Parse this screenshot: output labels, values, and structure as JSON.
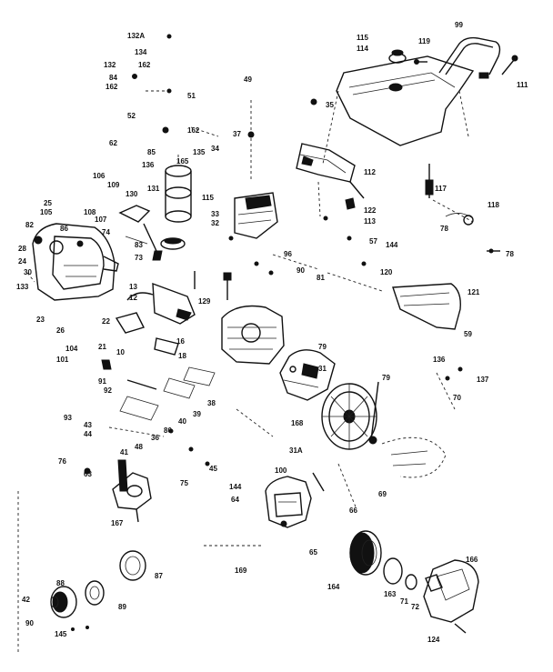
{
  "colors": {
    "ink": "#111111",
    "paper": "#ffffff"
  },
  "labels": [
    {
      "id": "l-132a",
      "text": "132A"
    },
    {
      "id": "l-134",
      "text": "134"
    },
    {
      "id": "l-132",
      "text": "132"
    },
    {
      "id": "l-162a",
      "text": "162"
    },
    {
      "id": "l-84",
      "text": "84"
    },
    {
      "id": "l-162b",
      "text": "162"
    },
    {
      "id": "l-51",
      "text": "51"
    },
    {
      "id": "l-52",
      "text": "52"
    },
    {
      "id": "l-162c",
      "text": "162"
    },
    {
      "id": "l-62",
      "text": "62"
    },
    {
      "id": "l-85",
      "text": "85"
    },
    {
      "id": "l-136",
      "text": "136"
    },
    {
      "id": "l-165",
      "text": "165"
    },
    {
      "id": "l-135",
      "text": "135"
    },
    {
      "id": "l-34",
      "text": "34"
    },
    {
      "id": "l-37",
      "text": "37"
    },
    {
      "id": "l-49",
      "text": "49"
    },
    {
      "id": "l-35",
      "text": "35"
    },
    {
      "id": "l-115",
      "text": "115"
    },
    {
      "id": "l-114",
      "text": "114"
    },
    {
      "id": "l-119",
      "text": "119"
    },
    {
      "id": "l-99",
      "text": "99"
    },
    {
      "id": "l-111",
      "text": "111"
    },
    {
      "id": "l-106",
      "text": "106"
    },
    {
      "id": "l-109",
      "text": "109"
    },
    {
      "id": "l-130",
      "text": "130"
    },
    {
      "id": "l-131",
      "text": "131"
    },
    {
      "id": "l-115b",
      "text": "115"
    },
    {
      "id": "l-25",
      "text": "25"
    },
    {
      "id": "l-105",
      "text": "105"
    },
    {
      "id": "l-108",
      "text": "108"
    },
    {
      "id": "l-107",
      "text": "107"
    },
    {
      "id": "l-86",
      "text": "86"
    },
    {
      "id": "l-74",
      "text": "74"
    },
    {
      "id": "l-82",
      "text": "82"
    },
    {
      "id": "l-28",
      "text": "28"
    },
    {
      "id": "l-24",
      "text": "24"
    },
    {
      "id": "l-30",
      "text": "30"
    },
    {
      "id": "l-133",
      "text": "133"
    },
    {
      "id": "l-23",
      "text": "23"
    },
    {
      "id": "l-26",
      "text": "26"
    },
    {
      "id": "l-83",
      "text": "83"
    },
    {
      "id": "l-73",
      "text": "73"
    },
    {
      "id": "l-33",
      "text": "33"
    },
    {
      "id": "l-32",
      "text": "32"
    },
    {
      "id": "l-112",
      "text": "112"
    },
    {
      "id": "l-122",
      "text": "122"
    },
    {
      "id": "l-113",
      "text": "113"
    },
    {
      "id": "l-117",
      "text": "117"
    },
    {
      "id": "l-118",
      "text": "118"
    },
    {
      "id": "l-78",
      "text": "78"
    },
    {
      "id": "l-78b",
      "text": "78"
    },
    {
      "id": "l-144",
      "text": "144"
    },
    {
      "id": "l-57",
      "text": "57"
    },
    {
      "id": "l-96",
      "text": "96"
    },
    {
      "id": "l-90",
      "text": "90"
    },
    {
      "id": "l-81",
      "text": "81"
    },
    {
      "id": "l-120",
      "text": "120"
    },
    {
      "id": "l-121",
      "text": "121"
    },
    {
      "id": "l-59",
      "text": "59"
    },
    {
      "id": "l-13",
      "text": "13"
    },
    {
      "id": "l-12",
      "text": "12"
    },
    {
      "id": "l-22",
      "text": "22"
    },
    {
      "id": "l-129",
      "text": "129"
    },
    {
      "id": "l-104",
      "text": "104"
    },
    {
      "id": "l-101",
      "text": "101"
    },
    {
      "id": "l-21",
      "text": "21"
    },
    {
      "id": "l-10",
      "text": "10"
    },
    {
      "id": "l-16",
      "text": "16"
    },
    {
      "id": "l-18",
      "text": "18"
    },
    {
      "id": "l-79",
      "text": "79"
    },
    {
      "id": "l-31",
      "text": "31"
    },
    {
      "id": "l-136b",
      "text": "136"
    },
    {
      "id": "l-137",
      "text": "137"
    },
    {
      "id": "l-70",
      "text": "70"
    },
    {
      "id": "l-91",
      "text": "91"
    },
    {
      "id": "l-92",
      "text": "92"
    },
    {
      "id": "l-38",
      "text": "38"
    },
    {
      "id": "l-39",
      "text": "39"
    },
    {
      "id": "l-79b",
      "text": "79"
    },
    {
      "id": "l-168",
      "text": "168"
    },
    {
      "id": "l-93",
      "text": "93"
    },
    {
      "id": "l-43",
      "text": "43"
    },
    {
      "id": "l-44",
      "text": "44"
    },
    {
      "id": "l-40",
      "text": "40"
    },
    {
      "id": "l-80",
      "text": "80"
    },
    {
      "id": "l-36",
      "text": "36"
    },
    {
      "id": "l-48",
      "text": "48"
    },
    {
      "id": "l-76",
      "text": "76"
    },
    {
      "id": "l-63",
      "text": "63"
    },
    {
      "id": "l-41",
      "text": "41"
    },
    {
      "id": "l-45",
      "text": "45"
    },
    {
      "id": "l-75",
      "text": "75"
    },
    {
      "id": "l-31a",
      "text": "31A"
    },
    {
      "id": "l-100",
      "text": "100"
    },
    {
      "id": "l-144b",
      "text": "144"
    },
    {
      "id": "l-64",
      "text": "64"
    },
    {
      "id": "l-69",
      "text": "69"
    },
    {
      "id": "l-66",
      "text": "66"
    },
    {
      "id": "l-167",
      "text": "167"
    },
    {
      "id": "l-65",
      "text": "65"
    },
    {
      "id": "l-169",
      "text": "169"
    },
    {
      "id": "l-87",
      "text": "87"
    },
    {
      "id": "l-88",
      "text": "88"
    },
    {
      "id": "l-89",
      "text": "89"
    },
    {
      "id": "l-42",
      "text": "42"
    },
    {
      "id": "l-90b",
      "text": "90"
    },
    {
      "id": "l-145",
      "text": "145"
    },
    {
      "id": "l-164",
      "text": "164"
    },
    {
      "id": "l-163",
      "text": "163"
    },
    {
      "id": "l-71",
      "text": "71"
    },
    {
      "id": "l-72",
      "text": "72"
    },
    {
      "id": "l-166",
      "text": "166"
    },
    {
      "id": "l-124",
      "text": "124"
    }
  ]
}
